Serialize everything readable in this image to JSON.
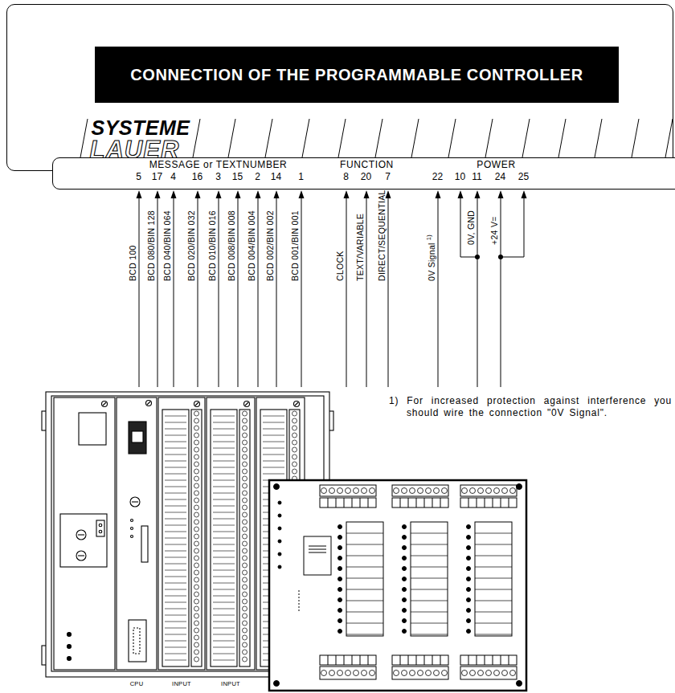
{
  "diagram": {
    "title": "CONNECTION OF THE PROGRAMMABLE CONTROLLER",
    "nodes": [
      {
        "text": [
          "SYSTEME",
          "LAUER"
        ]
      },
      {
        "text": [
          "MESSAGE or TEXTNUMBER",
          "FUNCTION",
          "POWER",
          "5",
          "17",
          "4",
          "16",
          "3",
          "15",
          "2",
          "14",
          "1",
          "8",
          "20",
          "7",
          "22",
          "10",
          "11",
          "24",
          "25"
        ]
      }
    ],
    "labels": [
      "BCD 100",
      "BCD 080/BIN 128",
      "BCD 040/BIN 064",
      "BCD 020/BIN 032",
      "BCD 010/BIN 016",
      "BCD 008/BIN 008",
      "BCD 004/BIN 004",
      "BCD 002/BIN 002",
      "BCD 001/BIN 001",
      "CLOCK",
      "TEXT/VARIABLE",
      "DIRECT/SEQUENTIAL",
      "0V Signal",
      "1)",
      "0V, GND",
      "+24 V=",
      "1) For increased protection against interference you should wire the connection \"0V Signal\".",
      "CPU",
      "INPUT",
      "INPUT"
    ]
  }
}
